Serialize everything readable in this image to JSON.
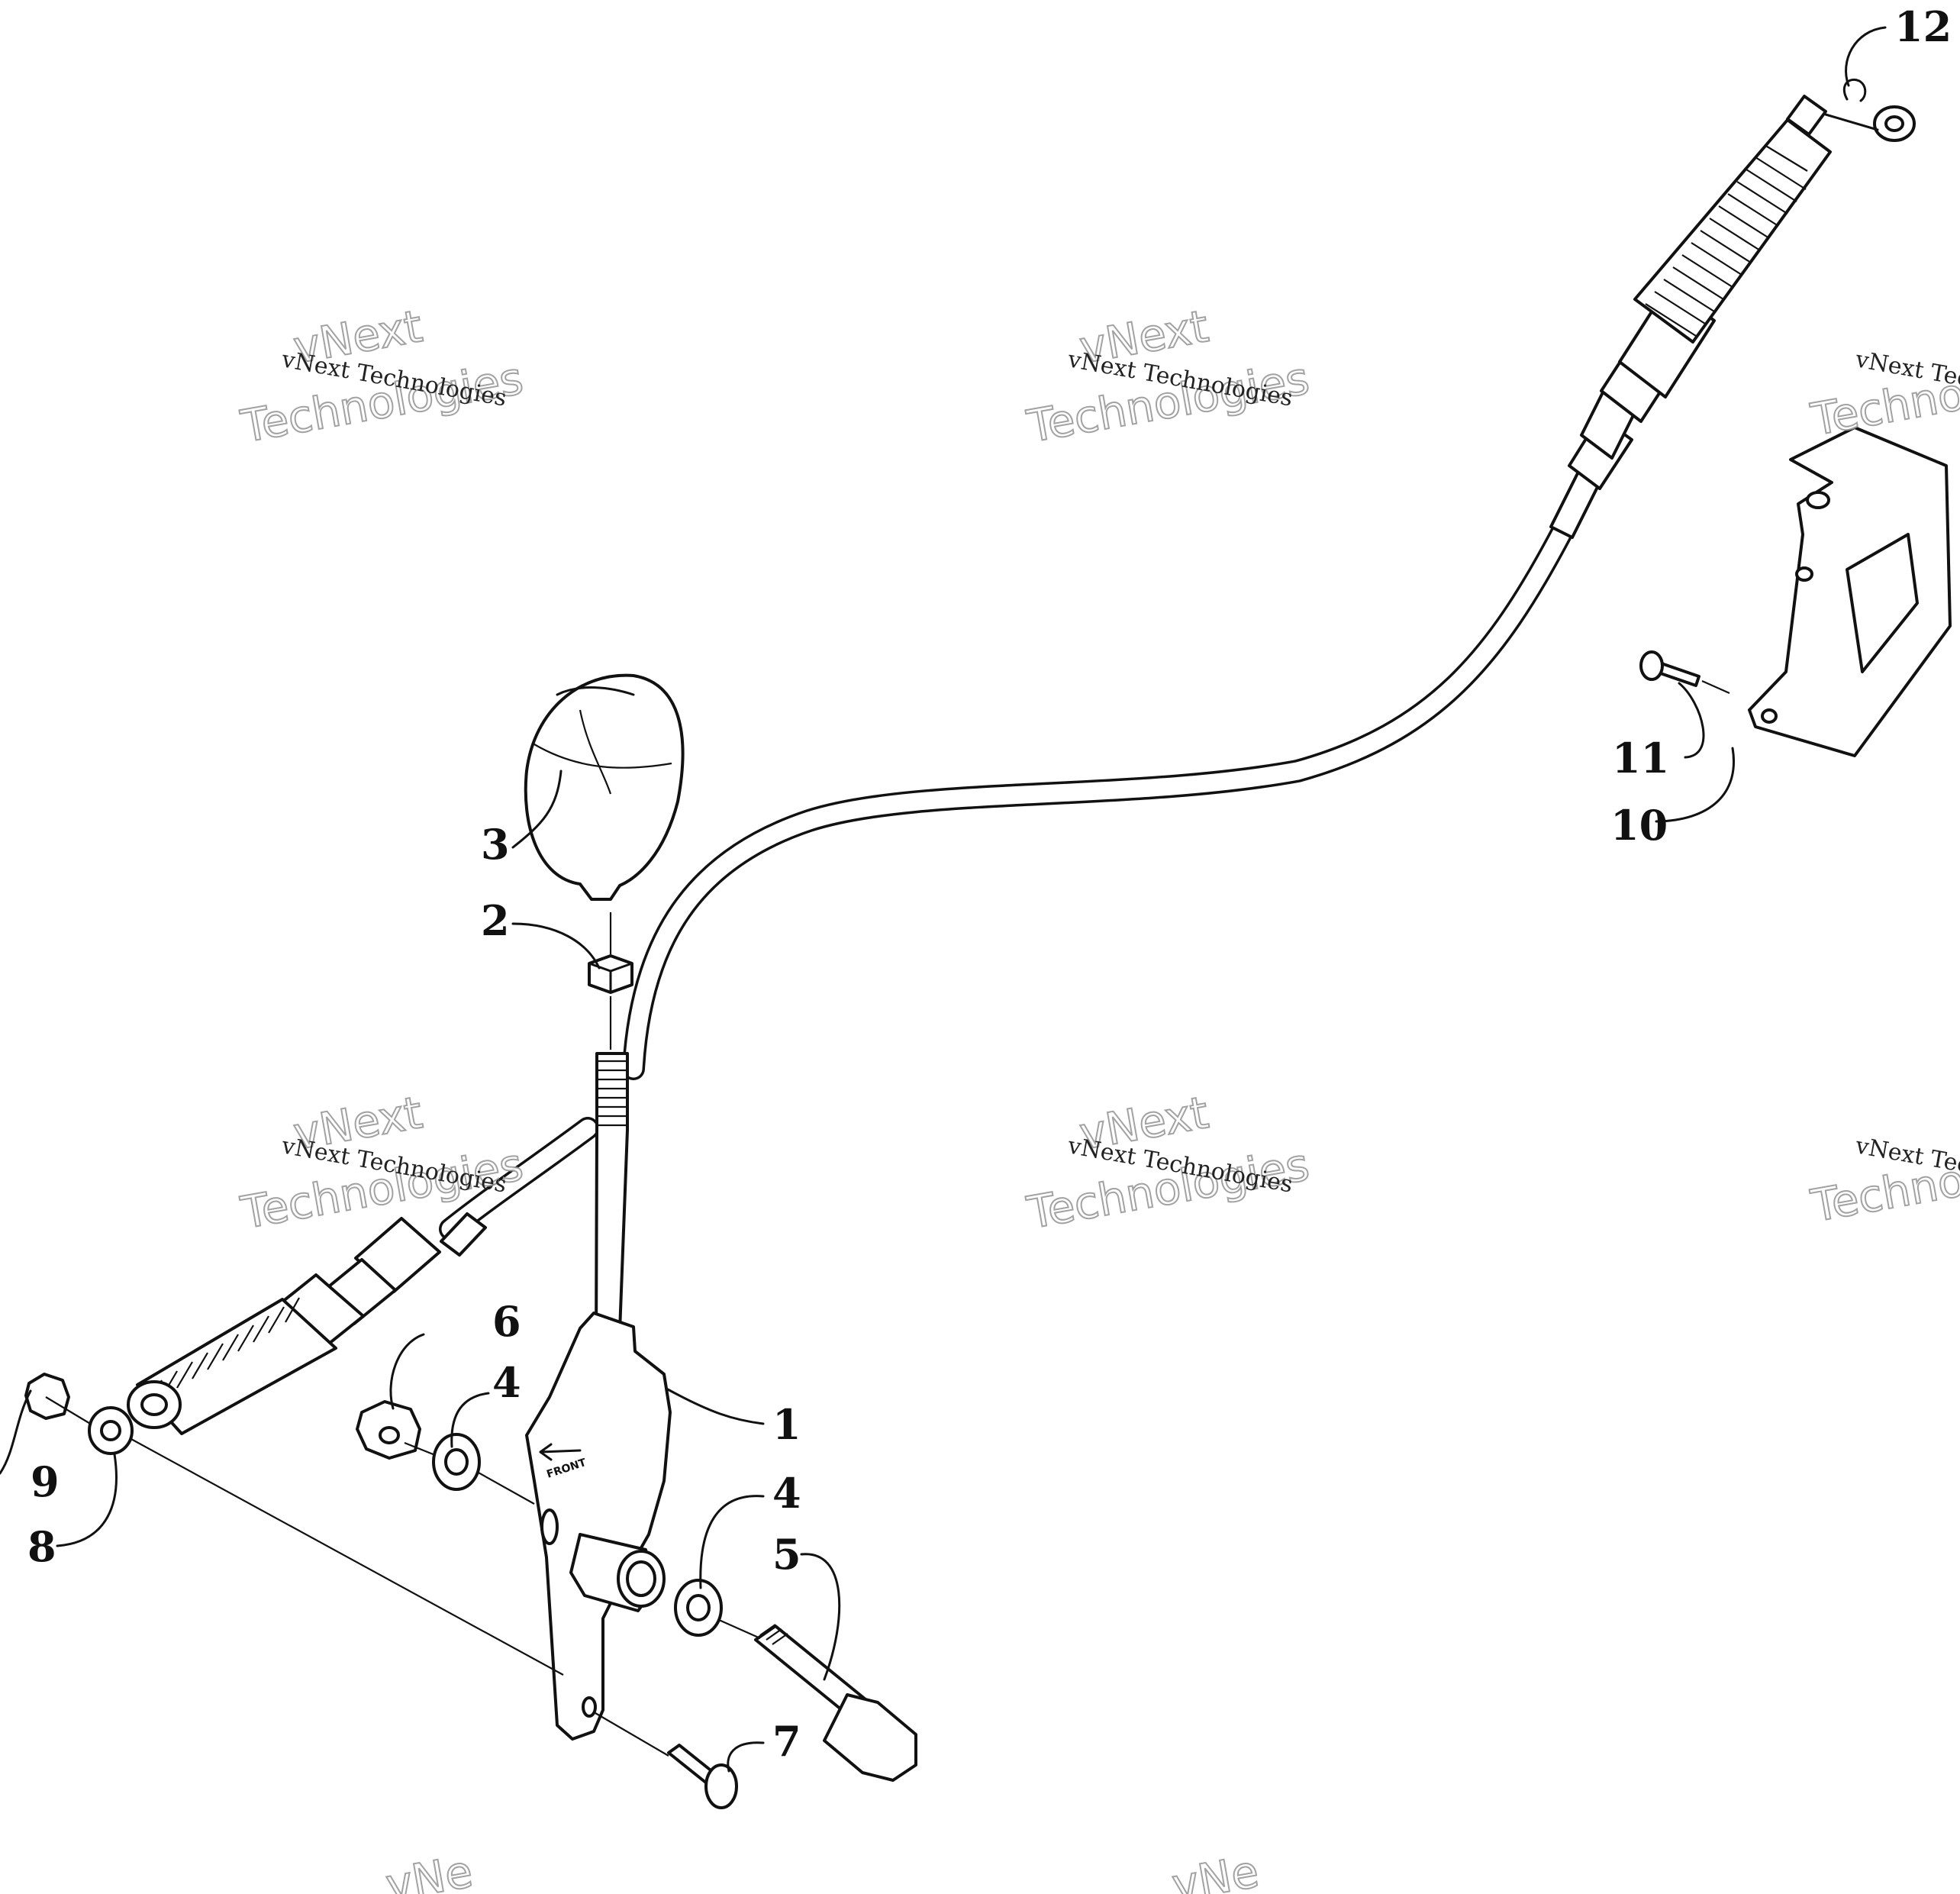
{
  "callouts": [
    {
      "id": "1",
      "label": "1"
    },
    {
      "id": "2",
      "label": "2"
    },
    {
      "id": "3",
      "label": "3"
    },
    {
      "id": "4a",
      "label": "4"
    },
    {
      "id": "4b",
      "label": "4"
    },
    {
      "id": "5",
      "label": "5"
    },
    {
      "id": "6",
      "label": "6"
    },
    {
      "id": "7",
      "label": "7"
    },
    {
      "id": "8",
      "label": "8"
    },
    {
      "id": "9",
      "label": "9"
    },
    {
      "id": "10",
      "label": "10"
    },
    {
      "id": "11",
      "label": "11"
    },
    {
      "id": "12",
      "label": "12"
    }
  ],
  "watermark": {
    "line1": "vNext Technologies",
    "big1": "vNext",
    "big2": "Technologies",
    "short1": "vNext Tec",
    "short2": "Techno",
    "short3": "vNe"
  },
  "bracket_stamp": "FRONT"
}
